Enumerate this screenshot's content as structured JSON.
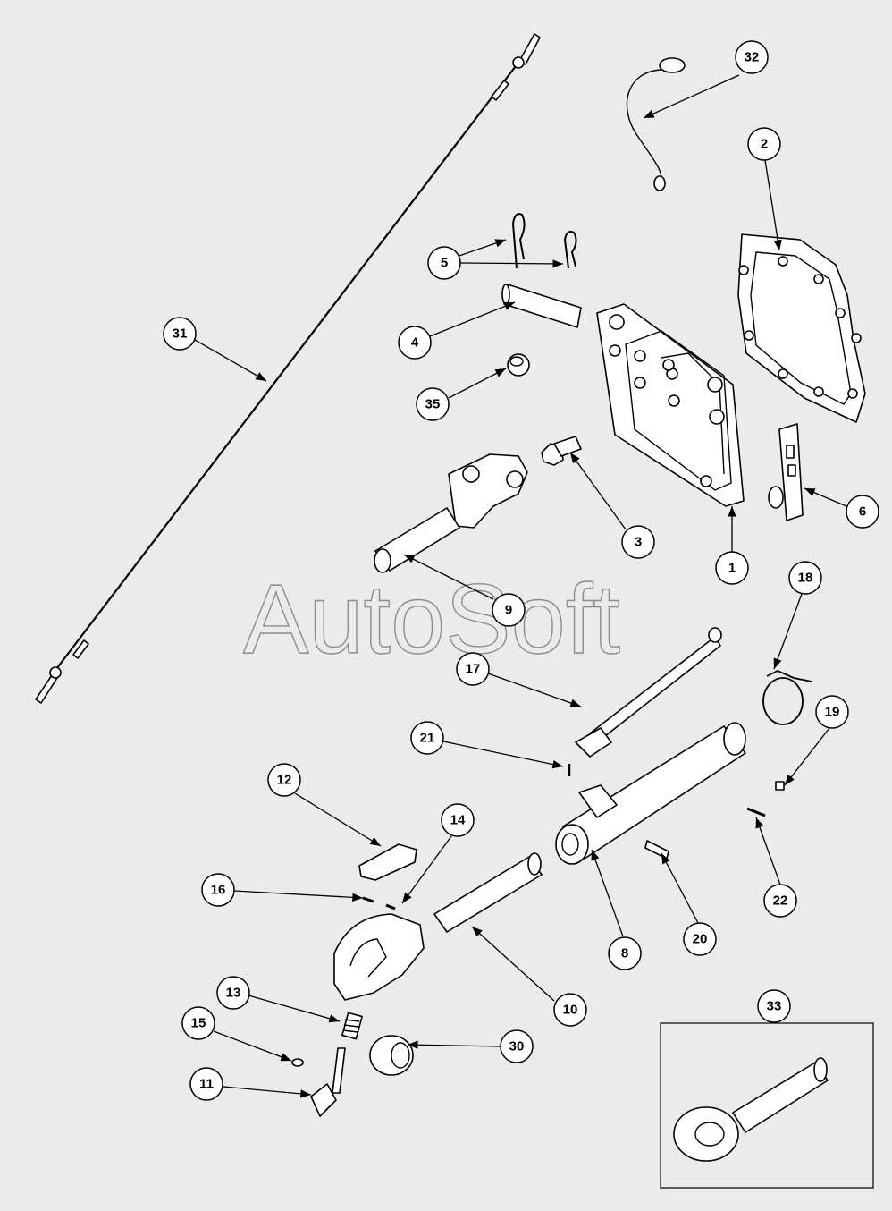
{
  "watermark": "AutoSoft",
  "callouts": [
    "1",
    "2",
    "3",
    "4",
    "5",
    "6",
    "8",
    "9",
    "10",
    "11",
    "12",
    "13",
    "14",
    "15",
    "16",
    "17",
    "18",
    "19",
    "20",
    "21",
    "22",
    "30",
    "31",
    "32",
    "33",
    "35"
  ],
  "colors": {
    "background": "#ebebeb",
    "part_fill": "#ffffff",
    "line": "#000000",
    "watermark": "#8c8c8c"
  }
}
